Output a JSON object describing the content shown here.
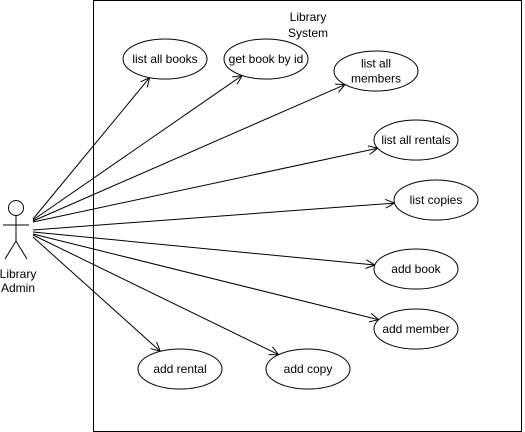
{
  "system": {
    "title_lines": [
      "Library",
      "System"
    ]
  },
  "actor": {
    "label_lines": [
      "Library",
      "Admin"
    ]
  },
  "use_cases": [
    {
      "id": "list-all-books",
      "lines": [
        "list all books"
      ]
    },
    {
      "id": "get-book-by-id",
      "lines": [
        "get book by id"
      ]
    },
    {
      "id": "list-all-members",
      "lines": [
        "list all",
        "members"
      ]
    },
    {
      "id": "list-all-rentals",
      "lines": [
        "list all rentals"
      ]
    },
    {
      "id": "list-copies",
      "lines": [
        "list copies"
      ]
    },
    {
      "id": "add-book",
      "lines": [
        "add book"
      ]
    },
    {
      "id": "add-member",
      "lines": [
        "add member"
      ]
    },
    {
      "id": "add-rental",
      "lines": [
        "add rental"
      ]
    },
    {
      "id": "add-copy",
      "lines": [
        "add copy"
      ]
    }
  ],
  "associations": [
    {
      "from": "actor",
      "to": "list-all-books"
    },
    {
      "from": "actor",
      "to": "get-book-by-id"
    },
    {
      "from": "actor",
      "to": "list-all-members"
    },
    {
      "from": "actor",
      "to": "list-all-rentals"
    },
    {
      "from": "actor",
      "to": "list-copies"
    },
    {
      "from": "actor",
      "to": "add-book"
    },
    {
      "from": "actor",
      "to": "add-member"
    },
    {
      "from": "actor",
      "to": "add-rental"
    },
    {
      "from": "actor",
      "to": "add-copy"
    }
  ]
}
